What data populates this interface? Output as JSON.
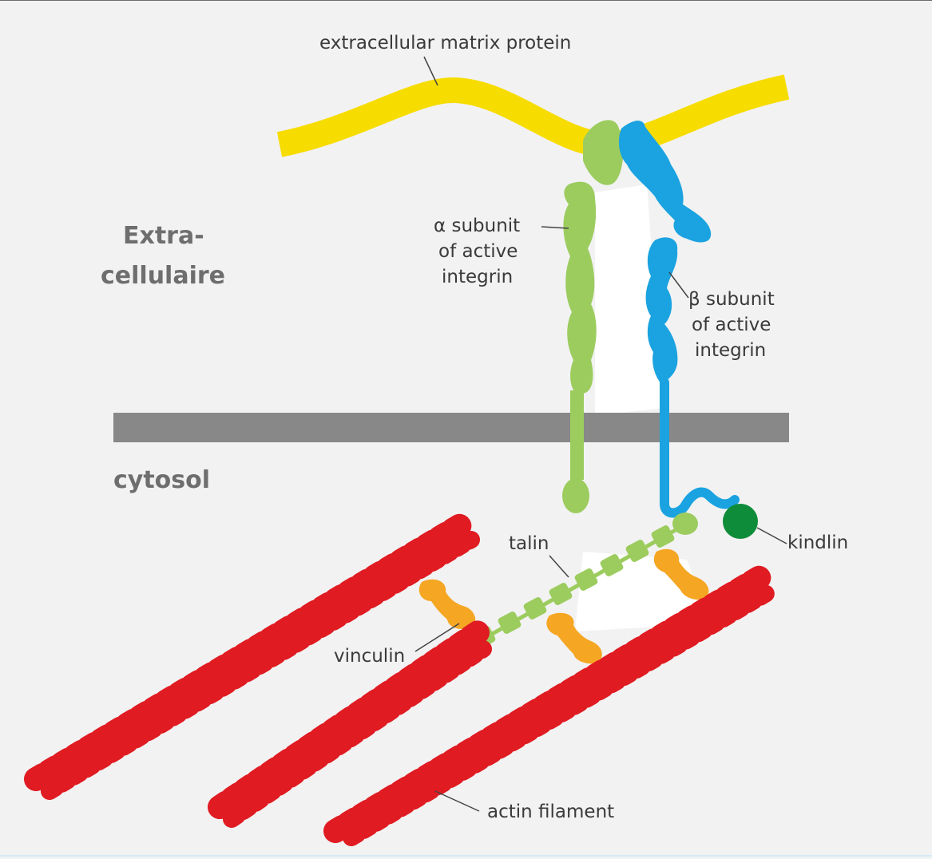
{
  "labels": {
    "ecm_protein": "extracellular matrix protein",
    "extra_line1": "Extra-",
    "extra_line2": "cellulaire",
    "cytosol": "cytosol",
    "alpha_line1": "α subunit",
    "alpha_line2": "of active",
    "alpha_line3": "integrin",
    "beta_line1": "β subunit",
    "beta_line2": "of active",
    "beta_line3": "integrin",
    "talin": "talin",
    "kindlin": "kindlin",
    "vinculin": "vinculin",
    "actin": "actin filament"
  },
  "colors": {
    "background": "#f2f2f2",
    "ecm_protein": "#f7dc00",
    "alpha_integrin": "#9ccc5e",
    "beta_integrin": "#1aa3e0",
    "membrane": "#888888",
    "talin": "#9ccc5e",
    "kindlin": "#0f8c3a",
    "vinculin": "#f5a623",
    "actin": "#e01b22"
  }
}
